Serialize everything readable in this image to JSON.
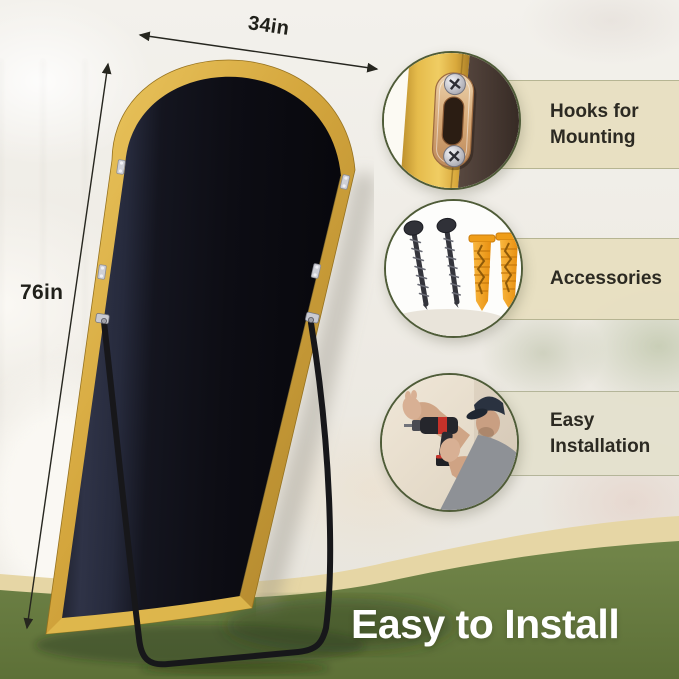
{
  "title_banner": {
    "text": "Easy to Install"
  },
  "measurements": {
    "width_label": "34in",
    "height_label": "76in"
  },
  "callouts": {
    "hooks": {
      "line1": "Hooks for",
      "line2": "Mounting",
      "icon": "keyhole-hanger-plate"
    },
    "accessories": {
      "line1": "Accessories",
      "icon": "screws-and-wall-anchors"
    },
    "installation": {
      "line1": "Easy",
      "line2": "Installation",
      "icon": "person-drilling-wall"
    }
  },
  "colors": {
    "frame_gold": "#d4a63d",
    "banner_green": "#6d8044",
    "sand_band": "#e6d6a5",
    "callout_band_beige": "#e7dfc1",
    "label_text": "#2c2a22",
    "dimension_text": "#20201a",
    "banner_text": "#ffffff"
  }
}
